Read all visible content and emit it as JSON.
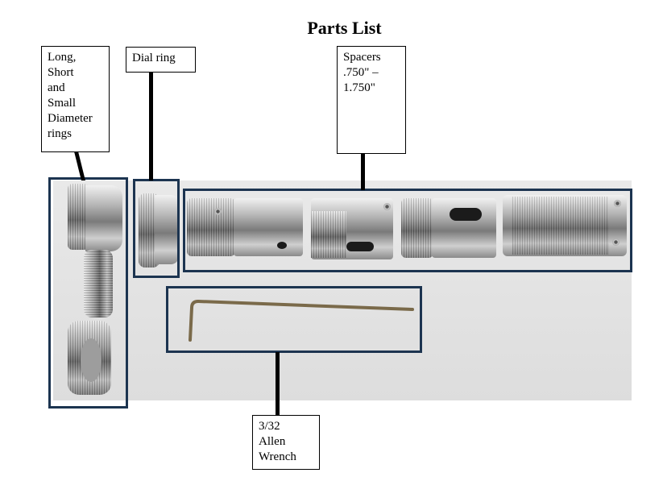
{
  "title": "Parts List",
  "labels": {
    "rings": [
      "Long,",
      "Short",
      "and",
      "Small",
      "Diameter",
      "rings"
    ],
    "dial_ring": [
      "Dial ring"
    ],
    "spacers": [
      ".750\" –",
      "1.750\""
    ],
    "spacers_heading": "Spacers",
    "wrench": [
      "3/32",
      "Allen",
      "Wrench"
    ]
  },
  "colors": {
    "frame": "#1c3450",
    "leader": "#000000",
    "background": "#ffffff"
  }
}
